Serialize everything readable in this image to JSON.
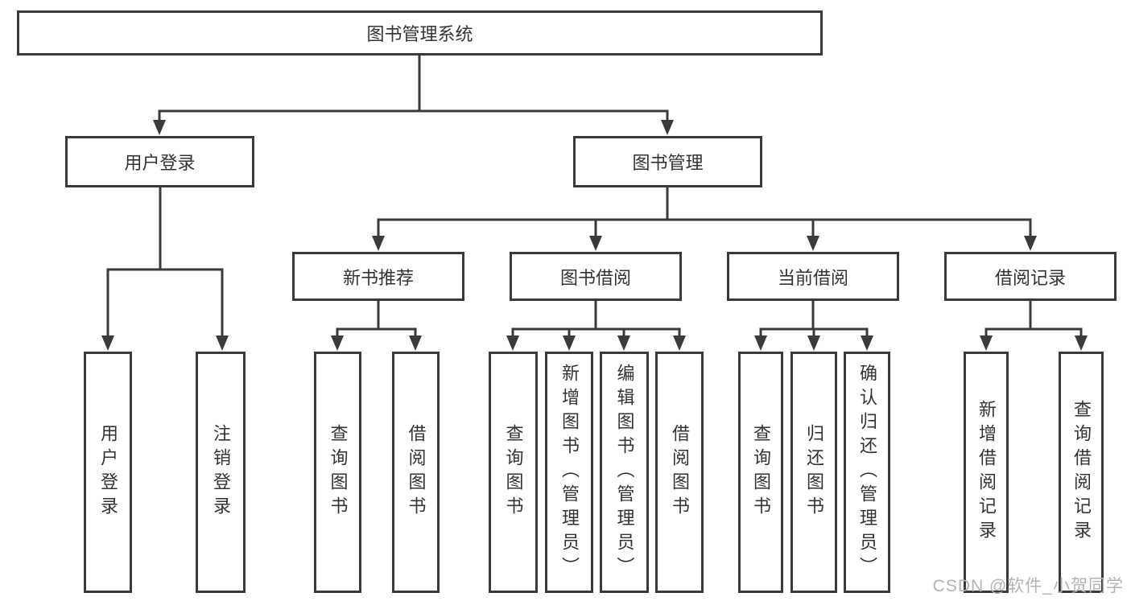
{
  "diagram": {
    "root": {
      "label": "图书管理系统"
    },
    "user_login": {
      "label": "用户登录",
      "children": [
        "用户登录",
        "注销登录"
      ]
    },
    "book_management": {
      "label": "图书管理",
      "new_books": {
        "label": "新书推荐",
        "children": [
          "查询图书",
          "借阅图书"
        ]
      },
      "borrowing": {
        "label": "图书借阅",
        "children": [
          "查询图书",
          "新增图书（管理员）",
          "编辑图书（管理员）",
          "借阅图书"
        ]
      },
      "current": {
        "label": "当前借阅",
        "children": [
          "查询图书",
          "归还图书",
          "确认归还（管理员）"
        ]
      },
      "records": {
        "label": "借阅记录",
        "children": [
          "新增借阅记录",
          "查询借阅记录"
        ]
      }
    }
  },
  "watermark": {
    "text": "CSDN @软件_小贺同学"
  },
  "colors": {
    "line": "#3a3a3a",
    "text": "#333333",
    "watermark": "#b3b3b3",
    "background": "#ffffff"
  }
}
